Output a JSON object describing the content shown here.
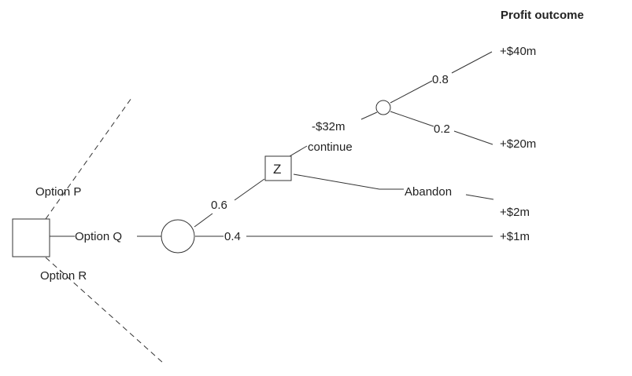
{
  "header": {
    "outcome_heading": "Profit outcome"
  },
  "decision_node": {
    "options": [
      "Option P",
      "Option Q",
      "Option R"
    ]
  },
  "chance_node_1": {
    "branch_probabilities": [
      "0.6",
      "0.4"
    ]
  },
  "decision_node_z": {
    "letter": "Z",
    "continue_cost": "-$32m",
    "continue_label": "continue",
    "abandon_label": "Abandon"
  },
  "chance_node_2": {
    "branch_probabilities": [
      "0.8",
      "0.2"
    ]
  },
  "outcomes": {
    "high": "+$40m",
    "mid": "+$20m",
    "abandon": "+$2m",
    "low_branch": "+$1m"
  }
}
